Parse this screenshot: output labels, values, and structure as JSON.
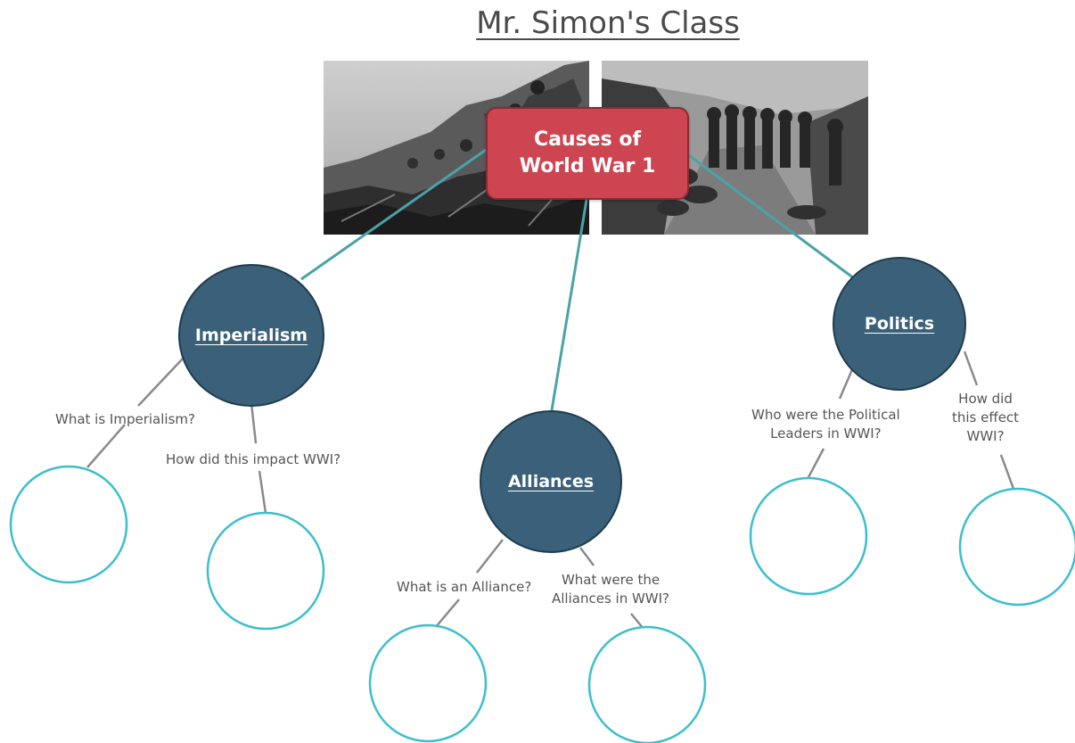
{
  "title": "Mr. Simon's Class",
  "central": {
    "line1": "Causes of",
    "line2": "World War 1"
  },
  "topics": {
    "imperialism": "Imperialism",
    "alliances": "Alliances",
    "politics": "Politics"
  },
  "questions": {
    "imperialism_what": "What is Imperialism?",
    "imperialism_impact": "How did this impact WWI?",
    "alliance_what": "What is an Alliance?",
    "alliances_were_1": "What were the",
    "alliances_were_2": "Alliances in WWI?",
    "politics_who_1": "Who were the Political",
    "politics_who_2": "Leaders in WWI?",
    "politics_effect_1": "How did",
    "politics_effect_2": "this effect",
    "politics_effect_3": "WWI?"
  },
  "images": [
    {
      "name": "trench-soldiers-photo-left",
      "description": "black and white WWI trench photo"
    },
    {
      "name": "trench-soldiers-photo-right",
      "description": "black and white WWI trench photo"
    }
  ],
  "colors": {
    "central_fill": "#cc4550",
    "topic_fill": "#3a6179",
    "connector_teal": "#4aa3a8",
    "answer_circle": "#3bbfcc",
    "question_line": "#8a8a8a"
  }
}
